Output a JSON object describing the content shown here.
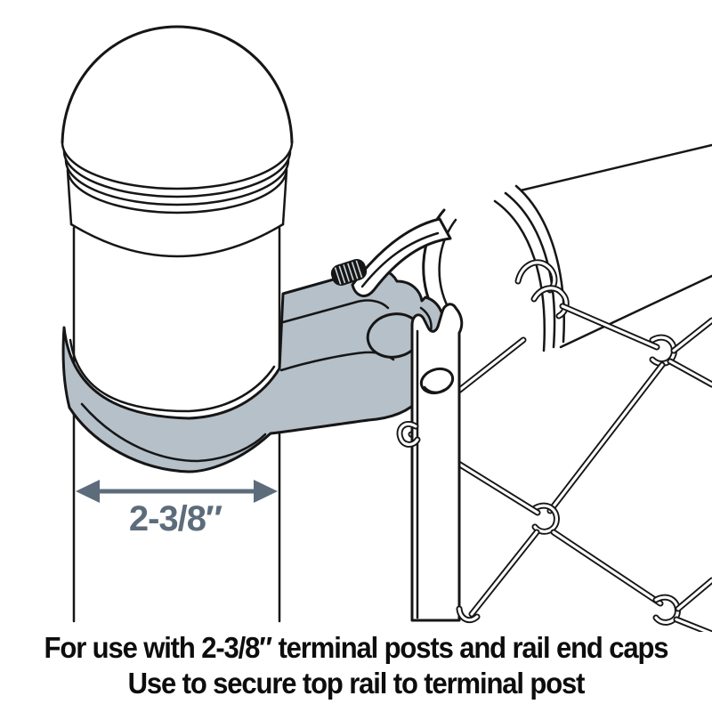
{
  "diagram": {
    "title_hint": "chain link fence rail end band on terminal post",
    "dimension_label": "2-3/8″",
    "caption_line1": "For use with 2-3/8″ terminal posts and rail end caps",
    "caption_line2": "Use to secure top rail to terminal post",
    "colors": {
      "outline": "#161616",
      "band_fill": "#b6c0c9",
      "dimension_gray": "#5d6c7b",
      "caption_text": "#0d0d0d",
      "background": "#ffffff"
    }
  }
}
